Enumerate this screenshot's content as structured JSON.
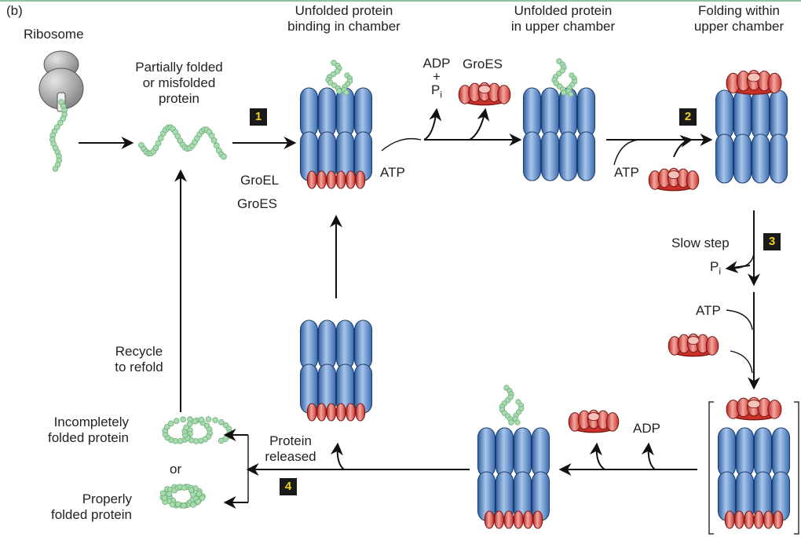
{
  "panel_label": "(b)",
  "labels": {
    "ribosome": "Ribosome",
    "partially_folded": [
      "Partially folded",
      "or misfolded",
      "protein"
    ],
    "unfolded_binding": [
      "Unfolded protein",
      "binding in chamber"
    ],
    "unfolded_upper": [
      "Unfolded protein",
      "in upper chamber"
    ],
    "folding_within": [
      "Folding within",
      "upper chamber"
    ],
    "adp_pi": {
      "adp": "ADP",
      "plus": "+",
      "p": "P",
      "sub": "i"
    },
    "groes_top": "GroES",
    "atp_1": "ATP",
    "atp_2": "ATP",
    "groel": "GroEL",
    "groes_side": "GroES",
    "slow_step": "Slow step",
    "pi_release": {
      "p": "P",
      "sub": "i"
    },
    "atp_3": "ATP",
    "adp_bottom": "ADP",
    "protein_released": [
      "Protein",
      "released"
    ],
    "recycle": [
      "Recycle",
      "to refold"
    ],
    "incompletely": [
      "Incompletely",
      "folded protein"
    ],
    "or": "or",
    "properly": [
      "Properly",
      "folded protein"
    ]
  },
  "steps": [
    "1",
    "2",
    "3",
    "4"
  ],
  "colors": {
    "chaperonin_blue": "#4f7fc0",
    "chaperonin_light": "#a9c6ea",
    "groes_red": "#d9413a",
    "groes_light": "#f3a7a0",
    "protein_green": "#9fd9a8",
    "ribosome_gray": "#9a9a9a",
    "step_box": "#1a1a1a",
    "step_text": "#f2d21b"
  },
  "icons": [
    "ribosome-icon",
    "groel-complex-icon",
    "groes-cap-icon",
    "protein-chain-icon",
    "arrow-icon"
  ]
}
